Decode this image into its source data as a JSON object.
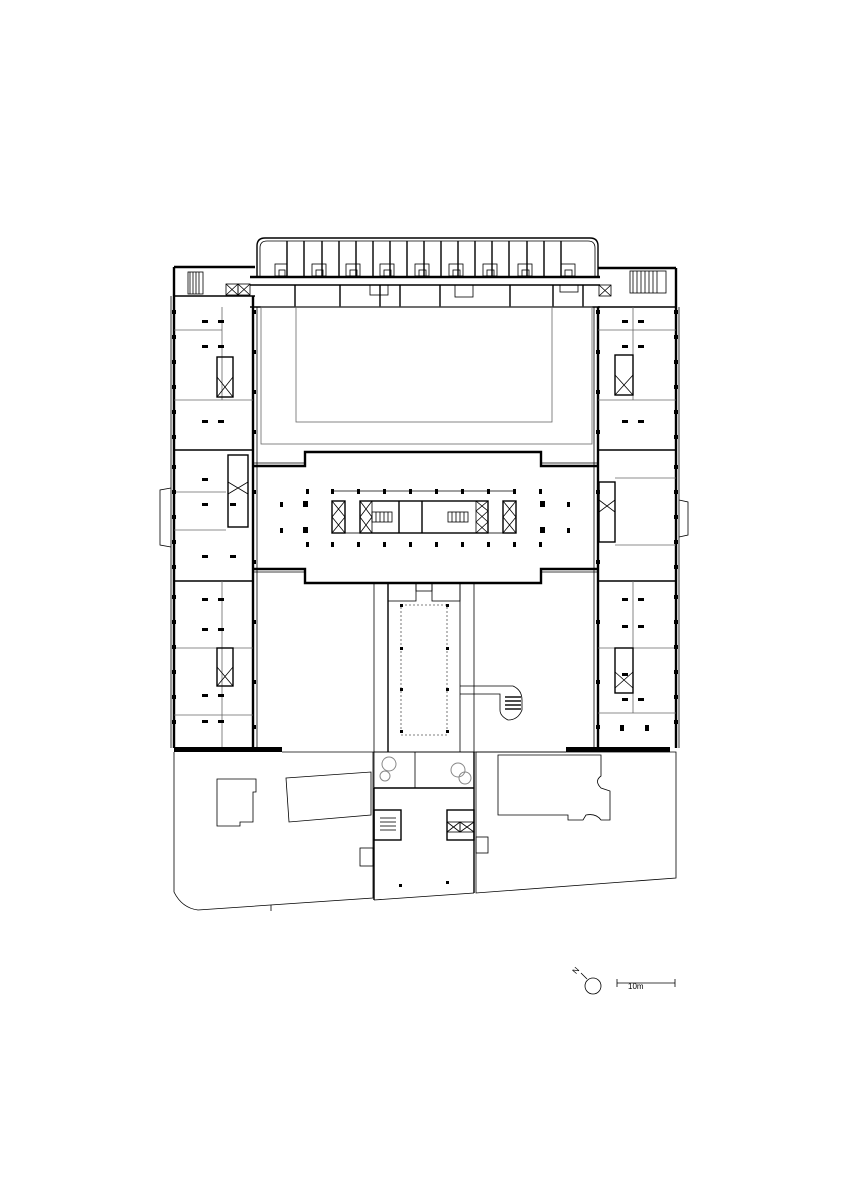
{
  "drawing": {
    "type": "architectural floor plan",
    "background": "#ffffff",
    "line_color": "#000000",
    "vegetation_color": "#888888"
  },
  "legend": {
    "north_label": "N",
    "scale_label": "10m"
  },
  "areas": [
    {
      "name": "north-wing-rooms"
    },
    {
      "name": "central-courtyard"
    },
    {
      "name": "central-hall"
    },
    {
      "name": "core"
    },
    {
      "name": "west-wing"
    },
    {
      "name": "east-wing"
    },
    {
      "name": "south-atrium"
    },
    {
      "name": "southwest-plot"
    },
    {
      "name": "southeast-plot"
    },
    {
      "name": "south-entrance-block"
    }
  ]
}
